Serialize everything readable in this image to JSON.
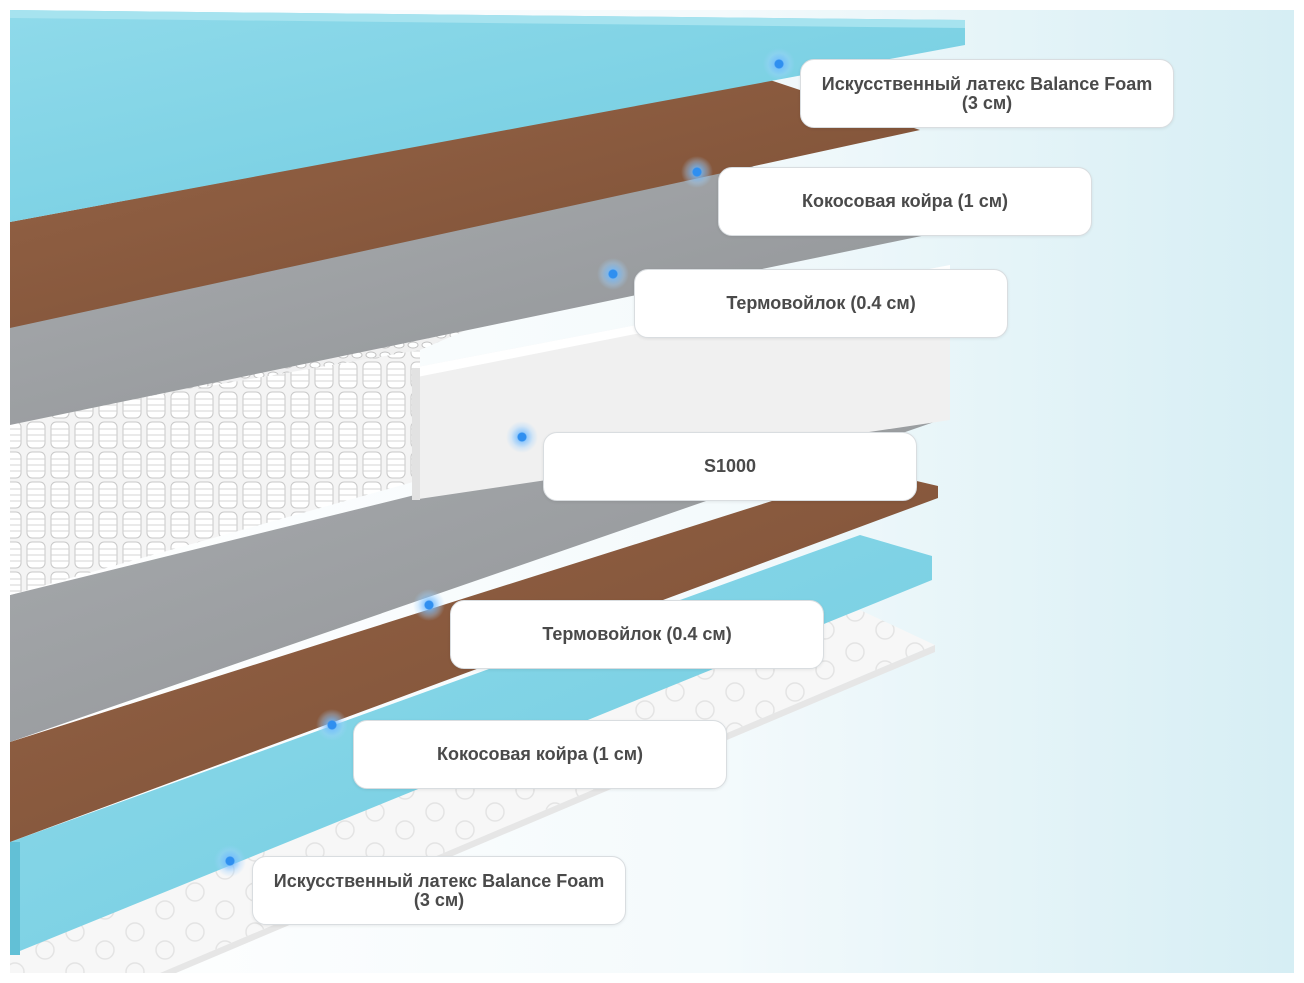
{
  "accent_color": "#2f8ff0",
  "layers": [
    {
      "label": "Искусственный латекс Balance Foam (3 см)",
      "color": "#7fd3e6"
    },
    {
      "label": "Кокосовая койра (1 см)",
      "color": "#8a5a3e"
    },
    {
      "label": "Термовойлок (0.4 см)",
      "color": "#9c9fa2"
    },
    {
      "label": "S1000",
      "color": "#f2f2f2"
    },
    {
      "label": "Термовойлок (0.4 см)",
      "color": "#9c9fa2"
    },
    {
      "label": "Кокосовая койра (1 см)",
      "color": "#8a5a3e"
    },
    {
      "label": "Искусственный латекс Balance Foam (3 см)",
      "color": "#7fd3e6"
    }
  ]
}
